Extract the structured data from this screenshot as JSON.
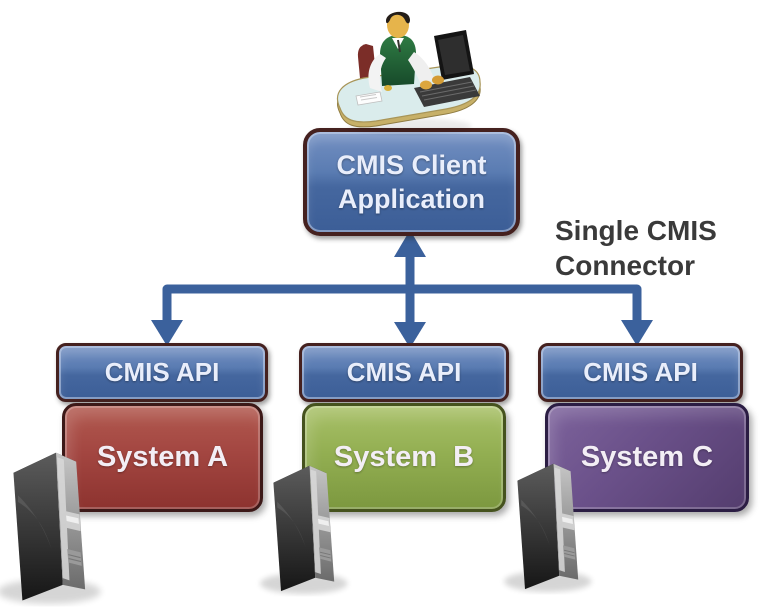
{
  "diagram": {
    "client_box": {
      "line1": "CMIS Client",
      "line2": "Application"
    },
    "connector_label": {
      "line1": "Single CMIS",
      "line2": "Connector"
    },
    "api_label": "CMIS API",
    "systems": [
      {
        "label": "System A"
      },
      {
        "label": "System  B"
      },
      {
        "label": "System C"
      }
    ],
    "colors": {
      "box_blue": "#47699f",
      "box_border_maroon": "#45211f",
      "arrow_blue": "#3b619c",
      "system_a_red": "#9e4240",
      "system_b_green": "#8caa52",
      "system_c_purple": "#675084",
      "connector_text": "#3a3a3a",
      "box_text": "#e9eefb"
    }
  }
}
